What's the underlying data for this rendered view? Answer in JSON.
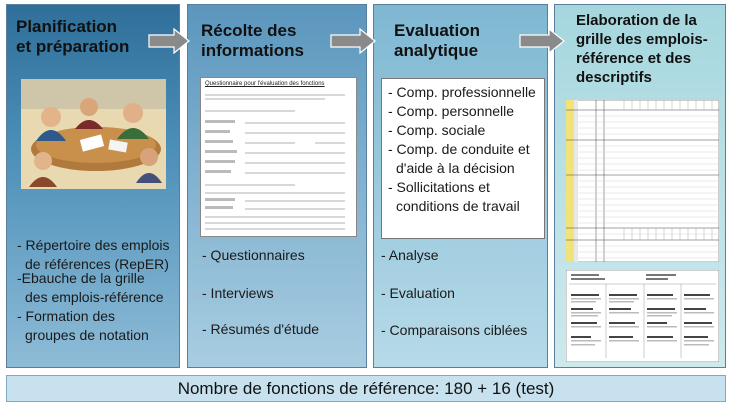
{
  "columns": [
    {
      "title_lines": [
        "Planification",
        "et préparation"
      ],
      "items": [
        "- Répertoire des emplois",
        "de références (RepER)",
        "-Ebauche de la grille",
        "des emplois-référence",
        "- Formation des",
        "groupes de notation"
      ]
    },
    {
      "title_lines": [
        "Récolte des",
        "informations"
      ],
      "questionnaire_title": "Questionnaire pour l'évaluation des fonctions",
      "items": [
        "- Questionnaires",
        "- Interviews",
        "- Résumés d'étude"
      ]
    },
    {
      "title_lines": [
        "Evaluation",
        "analytique"
      ],
      "criteria": [
        "- Comp. professionnelle",
        "- Comp. personnelle",
        "- Comp. sociale",
        "- Comp. de conduite et",
        "d'aide à la décision",
        "- Sollicitations et",
        "conditions de travail"
      ],
      "items": [
        "- Analyse",
        "- Evaluation",
        "- Comparaisons ciblées"
      ]
    },
    {
      "title_lines": [
        "Elaboration de la",
        "grille des emplois-",
        "référence et des",
        "descriptifs"
      ]
    }
  ],
  "footer": "Nombre de fonctions de référence: 180 + 16 (test)",
  "colors": {
    "arrow": "#8a8a8a",
    "footer_bg": "#c7e2ee"
  }
}
